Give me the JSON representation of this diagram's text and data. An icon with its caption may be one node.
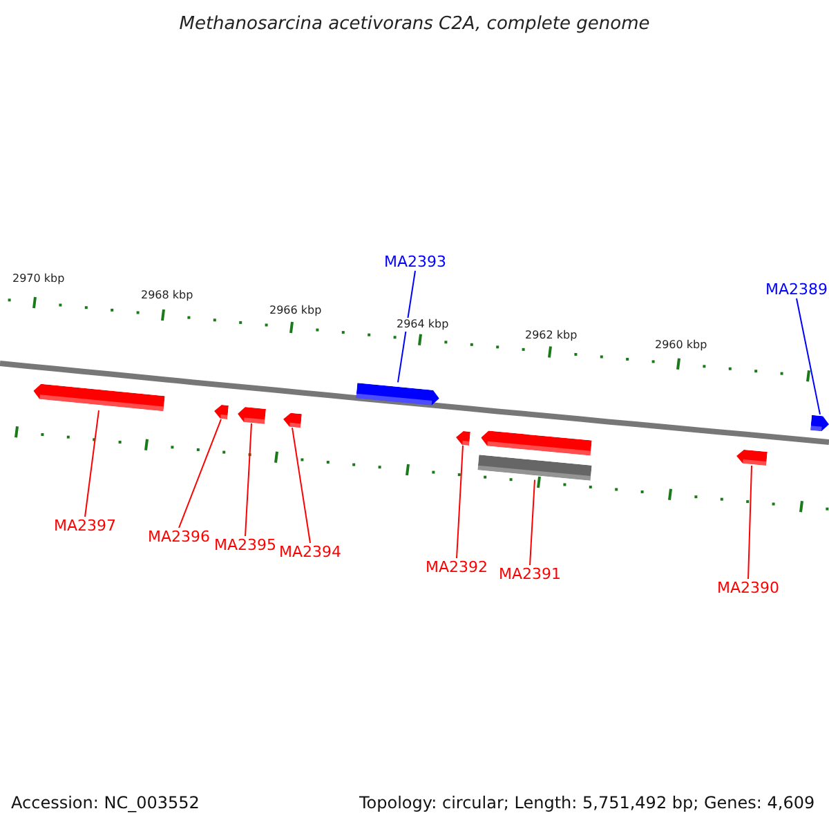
{
  "diagram": {
    "title": "Methanosarcina acetivorans C2A, complete genome",
    "nodes": [
      {
        "text": [
          "MA2393"
        ]
      },
      {
        "text": [
          "MA2389"
        ]
      },
      {
        "text": [],
        "shape": "arrow"
      },
      {
        "text": [],
        "shape": "arrow"
      },
      {
        "text": [],
        "shape": "arrow"
      },
      {
        "text": [],
        "shape": "arrow"
      },
      {
        "text": [],
        "shape": "arrow"
      },
      {
        "text": [],
        "shape": "arrow"
      },
      {
        "text": [],
        "shape": "arrow"
      },
      {
        "text": [],
        "shape": "bar"
      },
      {
        "text": [],
        "shape": "arrow"
      },
      {
        "text": [],
        "shape": "arrow"
      },
      {
        "text": [
          "MA2397"
        ]
      },
      {
        "text": [
          "MA2396"
        ]
      },
      {
        "text": [
          "MA2395"
        ]
      },
      {
        "text": [
          "MA2394"
        ]
      },
      {
        "text": [
          "MA2392"
        ]
      },
      {
        "text": [
          "MA2391"
        ]
      },
      {
        "text": [
          "MA2390"
        ]
      }
    ],
    "edges": [
      {
        "from": 0,
        "to": 6,
        "arrow": "none",
        "color": "#0000ff"
      },
      {
        "from": 1,
        "to": 11,
        "arrow": "none",
        "color": "#0000ff"
      },
      {
        "from": 12,
        "to": 2,
        "arrow": "none"
      },
      {
        "from": 13,
        "to": 3,
        "arrow": "none"
      },
      {
        "from": 14,
        "to": 4,
        "arrow": "none"
      },
      {
        "from": 15,
        "to": 5,
        "arrow": "none"
      },
      {
        "from": 16,
        "to": 7,
        "arrow": "none"
      },
      {
        "from": 17,
        "to": 9,
        "arrow": "none"
      },
      {
        "from": 18,
        "to": 10,
        "arrow": "none"
      }
    ],
    "labels": [
      "2970 kbp",
      "2968 kbp",
      "2966 kbp",
      "2964 kbp",
      "2962 kbp",
      "2960 kbp",
      "Accession: NC_003552",
      "Topology: circular; Length: 5,751,492 bp; Genes: 4,609"
    ]
  }
}
